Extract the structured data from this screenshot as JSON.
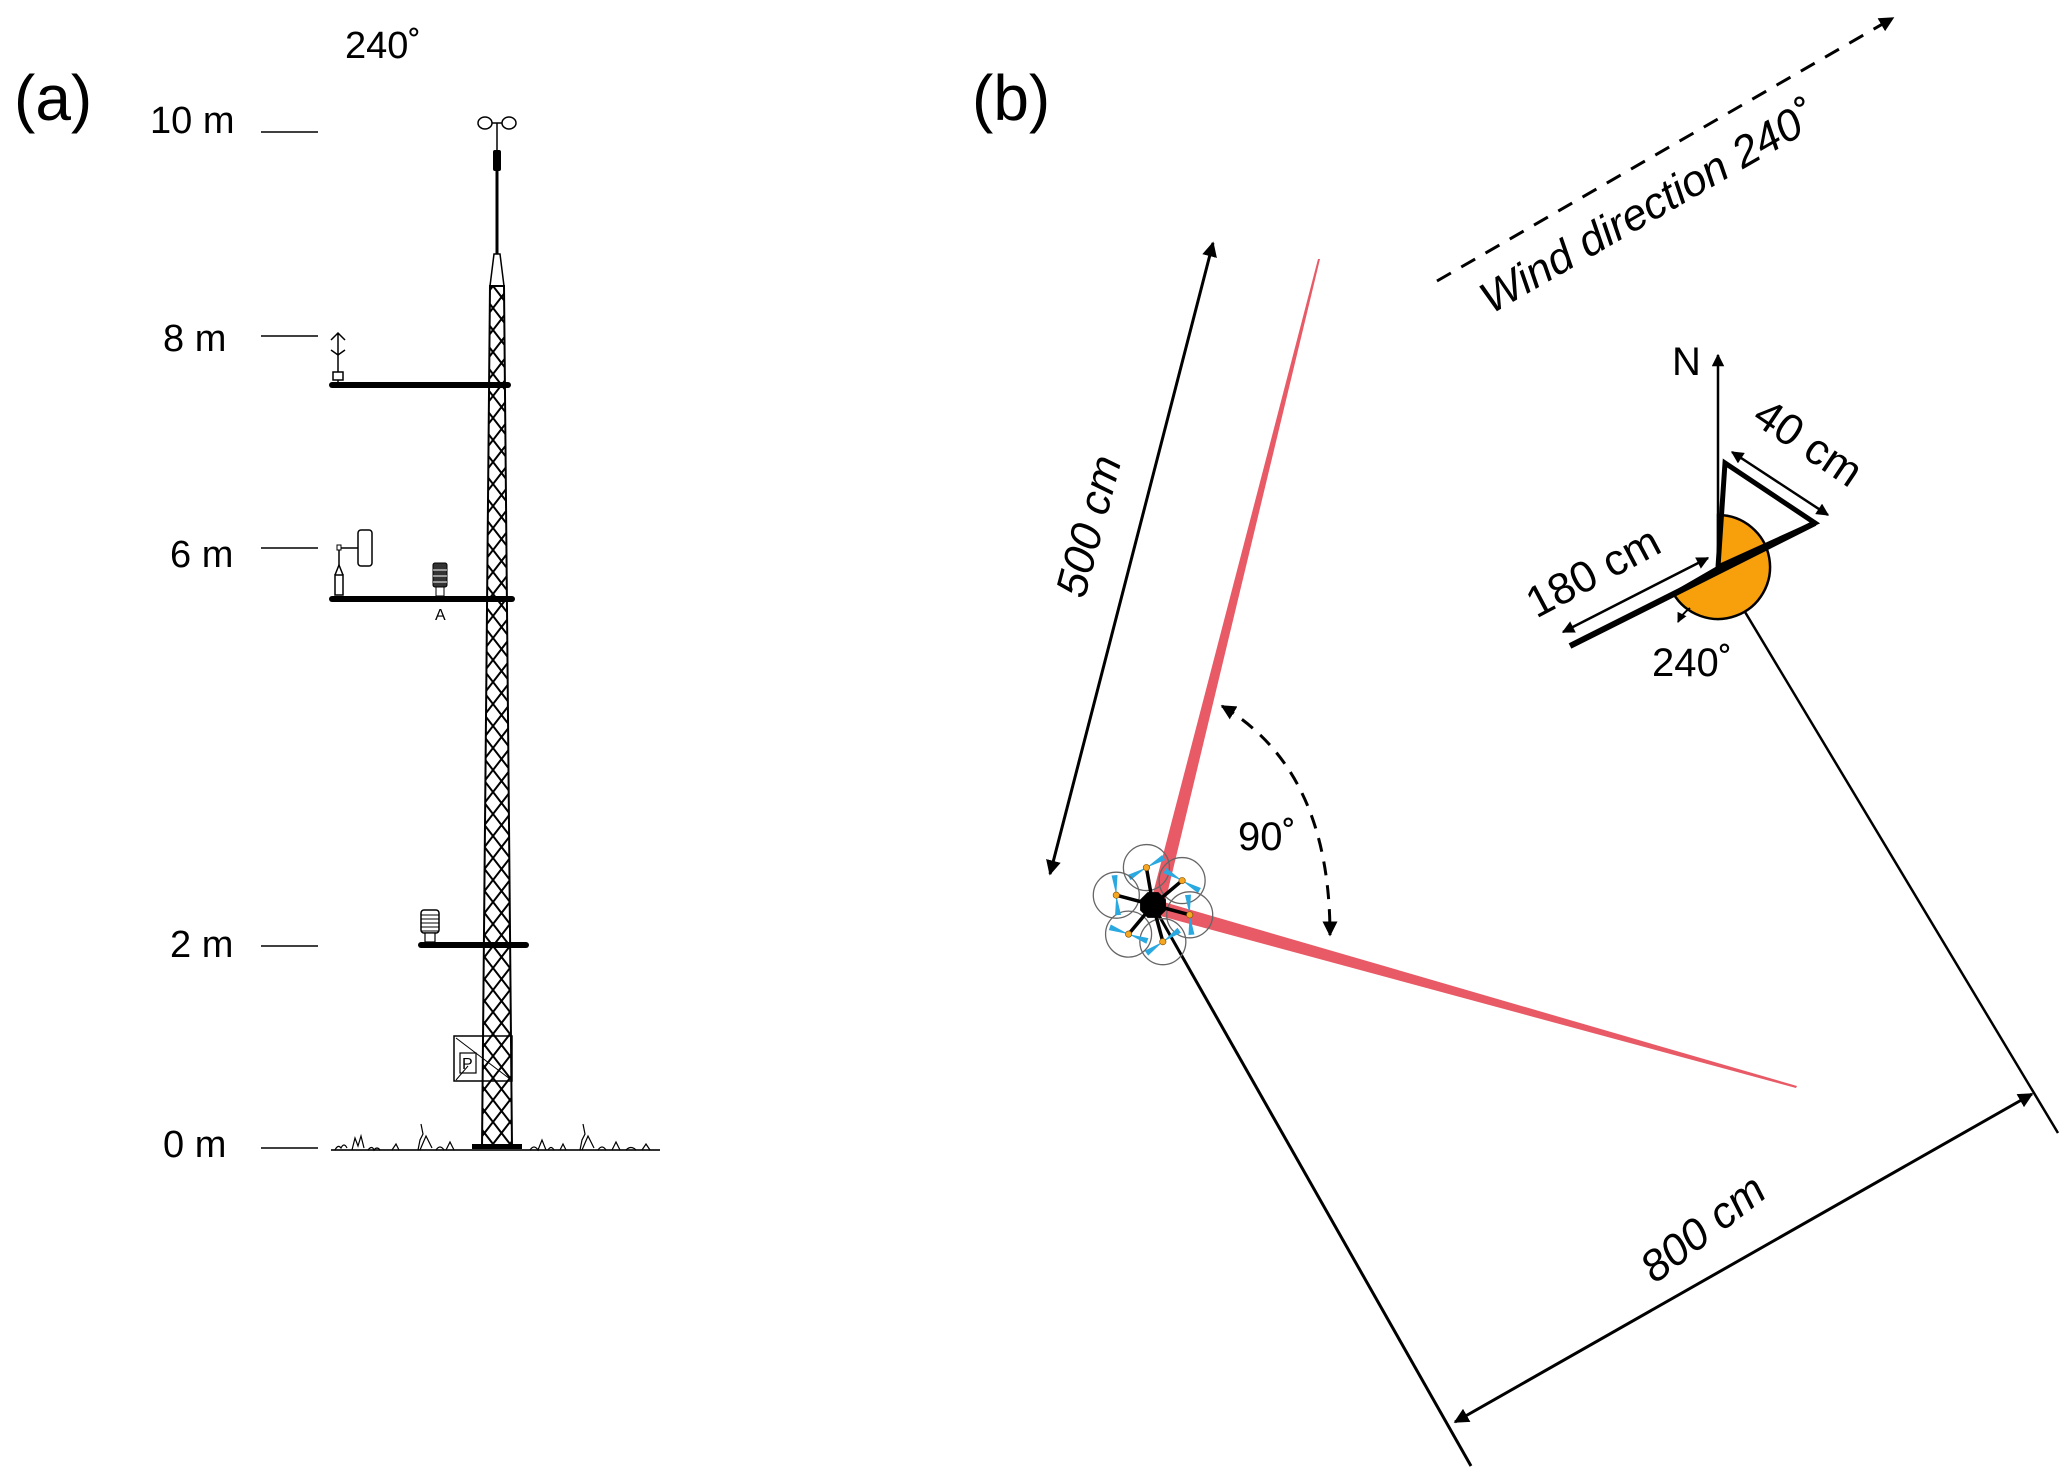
{
  "figure": {
    "panel_a": {
      "label": "(a)",
      "direction_label": "240˚",
      "height_labels": [
        "10 m",
        "8 m",
        "6 m",
        "2 m",
        "0 m"
      ],
      "sensor_marker": "A",
      "box_marker": "P"
    },
    "panel_b": {
      "label": "(b)",
      "wind_label": "Wind direction 240˚",
      "north_label": "N",
      "dim_500": "500 cm",
      "dim_800": "800 cm",
      "dim_180": "180 cm",
      "dim_40": "40 cm",
      "angle_90": "90˚",
      "angle_240": "240˚"
    },
    "colors": {
      "laser_red": "#e85a66",
      "orange_sector": "#f7a00b",
      "rotor_blue": "#2aa8e0",
      "hub_orange": "#f5a623",
      "ink": "#000000"
    }
  }
}
